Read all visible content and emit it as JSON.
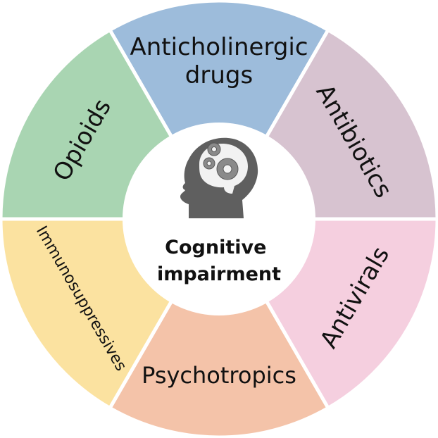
{
  "center": {
    "lines": [
      "Cognitive",
      "impairment"
    ],
    "icon": "head-with-gears-icon",
    "ring_color": "#ffffff"
  },
  "segments": [
    {
      "id": "anticholinergic",
      "label_lines": [
        "Anticholinergic",
        "drugs"
      ],
      "color": "#9dbcdb",
      "icon": null
    },
    {
      "id": "antibiotics",
      "label_lines": [
        "Antibiotics"
      ],
      "color": "#d7c3d0",
      "icon": null
    },
    {
      "id": "antivirals",
      "label_lines": [
        "Antivirals"
      ],
      "color": "#f5cfdf",
      "icon": null
    },
    {
      "id": "psychotropics",
      "label_lines": [
        "Psychotropics"
      ],
      "color": "#f4c3a9",
      "icon": null
    },
    {
      "id": "immunosuppressives",
      "label_lines": [
        "Immunosuppressives"
      ],
      "color": "#fbe2a0",
      "icon": null
    },
    {
      "id": "opioids",
      "label_lines": [
        "Opioids"
      ],
      "color": "#a9d5b2",
      "icon": null
    }
  ]
}
